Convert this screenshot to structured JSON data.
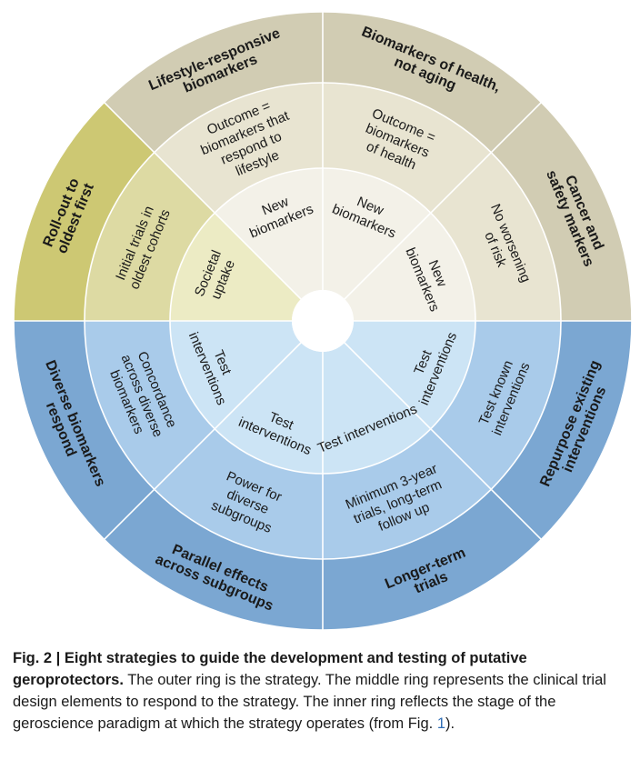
{
  "colors": {
    "outer_top": "#d1ccb3",
    "outer_rollout": "#cdc873",
    "outer_bottom": "#7ba7d2",
    "middle_top": "#e8e4d1",
    "middle_rollout": "#dddaa3",
    "middle_bottom": "#a9cbea",
    "inner_top": "#f3f1e8",
    "inner_rollout": "#ecebc4",
    "inner_bottom": "#cce4f5",
    "divider": "#ffffff"
  },
  "segments": [
    {
      "outer": [
        "Lifestyle-responsive",
        "biomarkers"
      ],
      "middle": [
        "Outcome =",
        "biomarkers that",
        "respond to",
        "lifestyle"
      ],
      "inner": [
        "New",
        "biomarkers"
      ],
      "theme": "top"
    },
    {
      "outer": [
        "Biomarkers of health,",
        "not aging"
      ],
      "middle": [
        "Outcome =",
        "biomarkers",
        "of health"
      ],
      "inner": [
        "New",
        "biomarkers"
      ],
      "theme": "top"
    },
    {
      "outer": [
        "Cancer and",
        "safety markers"
      ],
      "middle": [
        "No worsening",
        "of risk"
      ],
      "inner": [
        "New",
        "biomarkers"
      ],
      "theme": "top"
    },
    {
      "outer": [
        "Repurpose existing",
        "interventions"
      ],
      "middle": [
        "Test known",
        "interventions"
      ],
      "inner": [
        "Test",
        "interventions"
      ],
      "theme": "bottom"
    },
    {
      "outer": [
        "Longer-term",
        "trials"
      ],
      "middle": [
        "Minimum 3-year",
        "trials, long-term",
        "follow up"
      ],
      "inner": [
        "Test interventions"
      ],
      "theme": "bottom"
    },
    {
      "outer": [
        "Parallel effects",
        "across subgroups"
      ],
      "middle": [
        "Power for",
        "diverse",
        "subgroups"
      ],
      "inner": [
        "Test",
        "interventions"
      ],
      "theme": "bottom"
    },
    {
      "outer": [
        "Diverse biomarkers",
        "respond"
      ],
      "middle": [
        "Concordance",
        "across diverse",
        "biomarkers"
      ],
      "inner": [
        "Test",
        "interventions"
      ],
      "theme": "bottom"
    },
    {
      "outer": [
        "Roll-out to",
        "oldest first"
      ],
      "middle": [
        "Initial trials in",
        "oldest cohorts"
      ],
      "inner": [
        "Societal",
        "uptake"
      ],
      "theme": "rollout"
    }
  ],
  "caption": {
    "label": "Fig. 2 | ",
    "title": "Eight strategies to guide the development and testing of putative geroprotectors.",
    "body": " The outer ring is the strategy. The middle ring represents the clinical trial design elements to respond to the strategy. The inner ring reflects the stage of the geroscience paradigm at which the strategy operates (from Fig. ",
    "ref": "1",
    "end": ")."
  }
}
